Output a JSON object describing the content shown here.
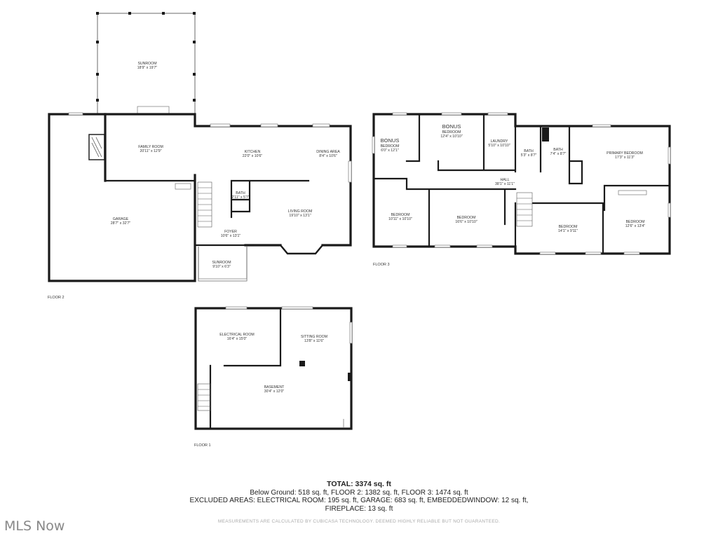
{
  "floors": {
    "floor2": {
      "label": "FLOOR 2",
      "rooms": {
        "sunroom_top": {
          "name": "SUNROOM",
          "dims": "18'9\" x 19'7\""
        },
        "family_room": {
          "name": "FAMILY ROOM",
          "dims": "20'11\" x 12'9\""
        },
        "kitchen": {
          "name": "KITCHEN",
          "dims": "22'0\" x 10'6\""
        },
        "dining_area": {
          "name": "DINING AREA",
          "dims": "8'4\" x 10'6\""
        },
        "garage": {
          "name": "GARAGE",
          "dims": "28'7\" x 32'7\""
        },
        "bath": {
          "name": "BATH",
          "dims": "2'11\" x 5'7\""
        },
        "living_room": {
          "name": "LIVING ROOM",
          "dims": "19'10\" x 13'1\""
        },
        "foyer": {
          "name": "FOYER",
          "dims": "10'6\" x 13'1\""
        },
        "sunroom_bottom": {
          "name": "SUNROOM",
          "dims": "9'10\" x 6'3\""
        }
      }
    },
    "floor3": {
      "label": "FLOOR 3",
      "rooms": {
        "bonus_small": {
          "title": "BONUS",
          "name": "BEDROOM",
          "dims": "6'0\" x 12'1\""
        },
        "bonus_bedroom": {
          "title": "BONUS",
          "name": "BEDROOM",
          "dims": "12'4\" x 10'10\""
        },
        "laundry": {
          "name": "LAUNDRY",
          "dims": "5'10\" x 10'10\""
        },
        "bath1": {
          "name": "BATH",
          "dims": "5'3\" x 8'7\""
        },
        "bath2": {
          "name": "BATH",
          "dims": "7'4\" x 8'7\""
        },
        "primary_bedroom": {
          "name": "PRIMARY BEDROOM",
          "dims": "17'3\" x 11'3\""
        },
        "hall": {
          "name": "HALL",
          "dims": "38'1\" x 11'1\""
        },
        "bedroom_a": {
          "name": "BEDROOM",
          "dims": "10'11\" x 10'10\""
        },
        "bedroom_b": {
          "name": "BEDROOM",
          "dims": "16'6\" x 10'10\""
        },
        "bedroom_c": {
          "name": "BEDROOM",
          "dims": "14'1\" x 9'11\""
        },
        "bedroom_d": {
          "name": "BEDROOM",
          "dims": "12'6\" x 13'4\""
        }
      }
    },
    "floor1": {
      "label": "FLOOR 1",
      "rooms": {
        "electrical": {
          "name": "ELECTRICAL ROOM",
          "dims": "16'4\" x 15'0\""
        },
        "sitting": {
          "name": "SITTING ROOM",
          "dims": "13'8\" x 11'6\""
        },
        "basement": {
          "name": "BASEMENT",
          "dims": "30'4\" x 12'0\""
        }
      }
    }
  },
  "summary": {
    "total": "TOTAL: 3374 sq. ft",
    "line1": "Below Ground: 518 sq. ft, FLOOR 2: 1382 sq. ft, FLOOR 3: 1474 sq. ft",
    "line2": "EXCLUDED AREAS: ELECTRICAL ROOM: 195 sq. ft, GARAGE: 683 sq. ft, EMBEDDEDWINDOW: 12 sq. ft,",
    "line3": "FIREPLACE: 13 sq. ft",
    "disclaimer": "MEASUREMENTS ARE CALCULATED BY CUBICASA TECHNOLOGY. DEEMED HIGHLY RELIABLE BUT NOT GUARANTEED."
  },
  "logo": "MLS Now"
}
